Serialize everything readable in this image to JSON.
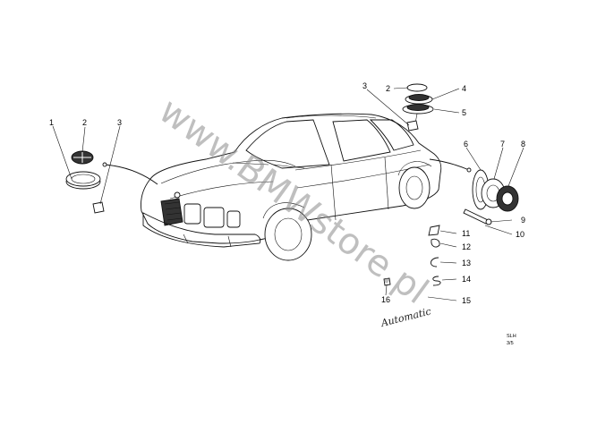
{
  "callouts": {
    "c1": "1",
    "c2": "2",
    "c3": "3",
    "c3b": "3",
    "c2b": "2",
    "c4": "4",
    "c5": "5",
    "c6": "6",
    "c7": "7",
    "c8": "8",
    "c9": "9",
    "c10": "10",
    "c11": "11",
    "c12": "12",
    "c13": "13",
    "c14": "14",
    "c15": "15",
    "c16": "16"
  },
  "automatic_script": "Automatic",
  "code": {
    "line1": "SLH",
    "line2": "3/5"
  },
  "watermark": "www.BMWstore.pl"
}
